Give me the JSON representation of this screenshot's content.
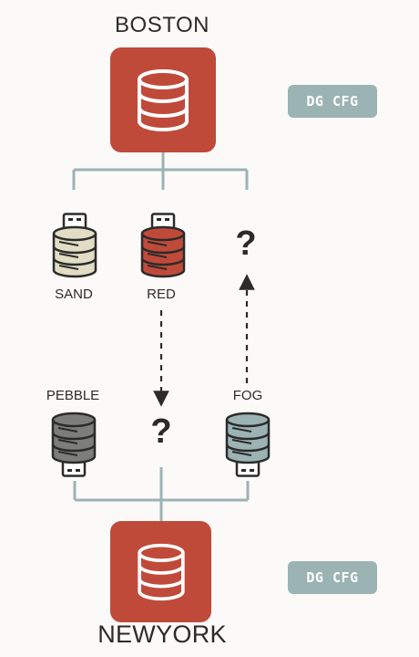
{
  "sites": {
    "primary": {
      "name": "BOSTON"
    },
    "secondary": {
      "name": "NEWYORK"
    }
  },
  "badges": {
    "top": "DG CFG",
    "bottom": "DG CFG"
  },
  "top_drives": [
    {
      "label": "SAND",
      "color": "#e2dcc4"
    },
    {
      "label": "RED",
      "color": "#c04a3a"
    },
    {
      "label": "?"
    }
  ],
  "bottom_drives": [
    {
      "label": "PEBBLE",
      "color": "#7d7d7b"
    },
    {
      "label": "?"
    },
    {
      "label": "FOG",
      "color": "#9cb3b3"
    }
  ],
  "colors": {
    "site_box": "#c04a3a",
    "connector": "#9cb3b3",
    "badge": "#9cb3b3",
    "arrow": "#2b2b2b"
  }
}
